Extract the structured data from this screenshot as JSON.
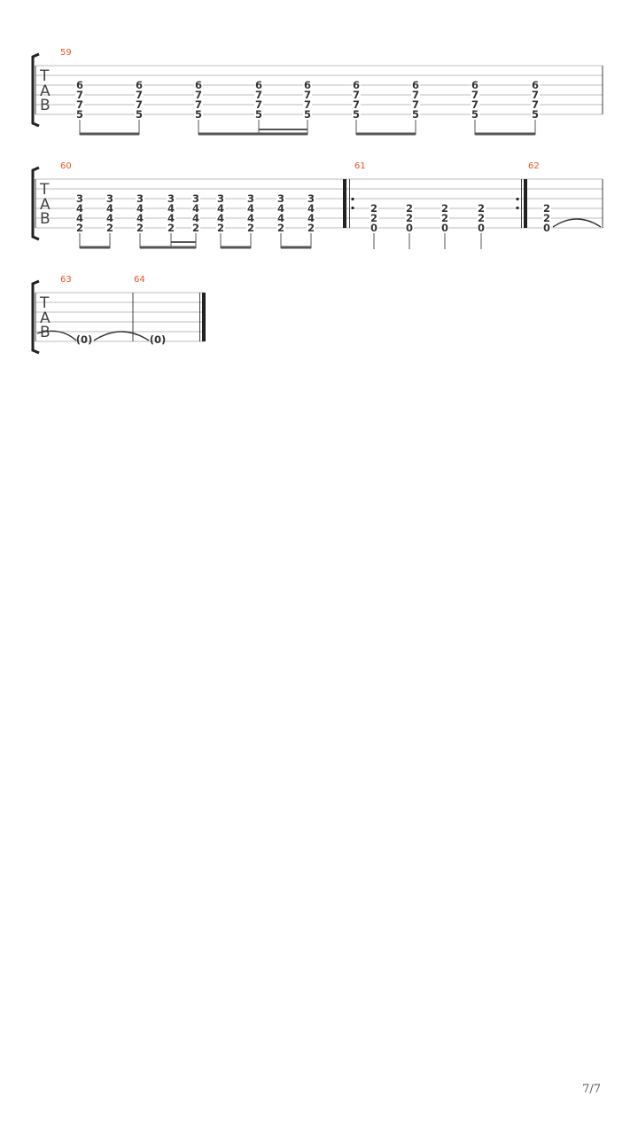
{
  "page": {
    "number_label": "7/7"
  },
  "clef_letters": [
    "T",
    "A",
    "B"
  ],
  "measure_numbers": {
    "m59": "59",
    "m60": "60",
    "m61": "61",
    "m62": "62",
    "m63": "63",
    "m64": "64"
  },
  "ties": {
    "m63_held": "(0)",
    "m64_held": "(0)"
  },
  "measures": [
    {
      "number": 59,
      "beats": [
        [
          "6",
          "7",
          "7",
          "5"
        ],
        [
          "6",
          "7",
          "7",
          "5"
        ],
        [
          "6",
          "7",
          "7",
          "5"
        ],
        [
          "6",
          "7",
          "7",
          "5"
        ],
        [
          "6",
          "7",
          "7",
          "5"
        ],
        [
          "6",
          "7",
          "7",
          "5"
        ],
        [
          "6",
          "7",
          "7",
          "5"
        ],
        [
          "6",
          "7",
          "7",
          "5"
        ],
        [
          "6",
          "7",
          "7",
          "5"
        ]
      ],
      "string_start": 3
    },
    {
      "number": 60,
      "beats": [
        [
          "3",
          "4",
          "4",
          "2"
        ],
        [
          "3",
          "4",
          "4",
          "2"
        ],
        [
          "3",
          "4",
          "4",
          "2"
        ],
        [
          "3",
          "4",
          "4",
          "2"
        ],
        [
          "3",
          "4",
          "4",
          "2"
        ],
        [
          "3",
          "4",
          "4",
          "2"
        ],
        [
          "3",
          "4",
          "4",
          "2"
        ],
        [
          "3",
          "4",
          "4",
          "2"
        ],
        [
          "3",
          "4",
          "4",
          "2"
        ]
      ],
      "string_start": 3
    },
    {
      "number": 61,
      "repeat": "start-end",
      "beats": [
        [
          "2",
          "2",
          "0"
        ],
        [
          "2",
          "2",
          "0"
        ],
        [
          "2",
          "2",
          "0"
        ],
        [
          "2",
          "2",
          "0"
        ]
      ],
      "string_start": 4
    },
    {
      "number": 62,
      "beats": [
        [
          "2",
          "2",
          "0"
        ]
      ],
      "string_start": 4,
      "tie_out": true
    },
    {
      "number": 63,
      "held": "(0)"
    },
    {
      "number": 64,
      "held": "(0)",
      "final_barline": true
    }
  ],
  "colors": {
    "measure_number": "#e8571e",
    "staff_line": "#bdbdbd",
    "ink": "#333333"
  }
}
